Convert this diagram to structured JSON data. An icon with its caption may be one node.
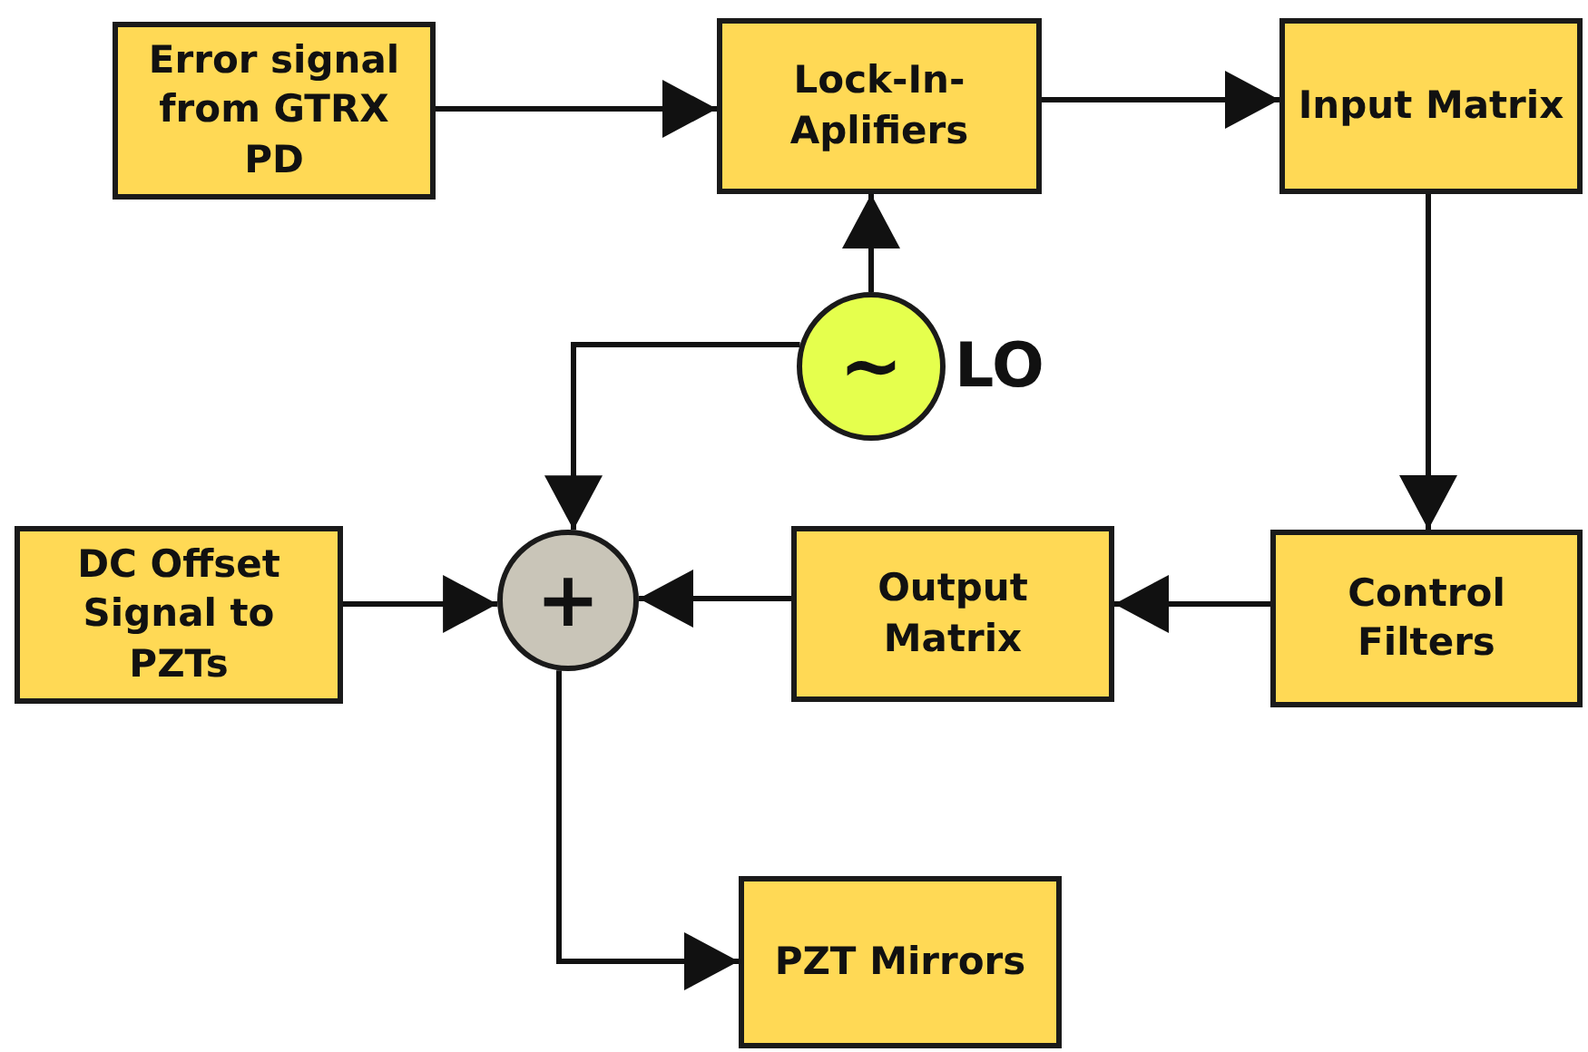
{
  "diagram": {
    "nodes": [
      {
        "text": [
          "Error signal from GTRX PD"
        ]
      },
      {
        "text": [
          "Lock-In-Aplifiers"
        ]
      },
      {
        "text": [
          "Input Matrix"
        ]
      },
      {
        "text": [
          "~"
        ],
        "beside": [
          "LO"
        ]
      },
      {
        "text": [
          "DC Offset Signal to PZTs"
        ]
      },
      {
        "text": [
          "+"
        ]
      },
      {
        "text": [
          "Output Matrix"
        ]
      },
      {
        "text": [
          "Control Filters"
        ]
      },
      {
        "text": [
          "PZT Mirrors"
        ]
      }
    ],
    "edges": [
      {
        "from": 0,
        "to": 1,
        "arrow": "to"
      },
      {
        "from": 1,
        "to": 2,
        "arrow": "to"
      },
      {
        "from": 3,
        "to": 1,
        "arrow": "to"
      },
      {
        "from": 3,
        "to": 5,
        "arrow": "to"
      },
      {
        "from": 2,
        "to": 7,
        "arrow": "to"
      },
      {
        "from": 7,
        "to": 6,
        "arrow": "to"
      },
      {
        "from": 6,
        "to": 5,
        "arrow": "to"
      },
      {
        "from": 4,
        "to": 5,
        "arrow": "to"
      },
      {
        "from": 5,
        "to": 8,
        "arrow": "to"
      }
    ]
  }
}
